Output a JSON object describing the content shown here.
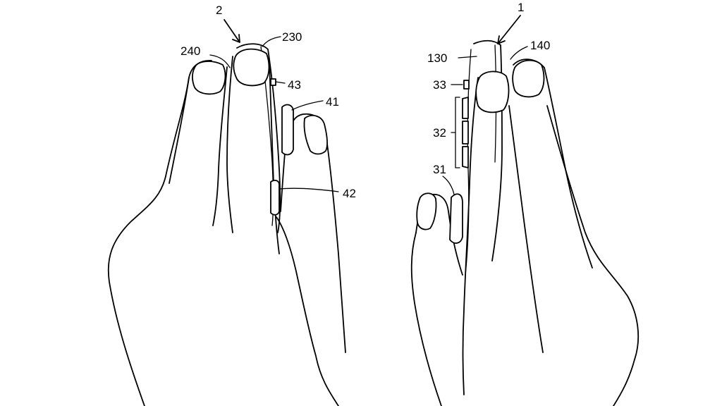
{
  "figure": {
    "background_color": "#ffffff",
    "line_color": "#000000",
    "left_view": {
      "reference": "2",
      "labels": [
        "240",
        "230",
        "43",
        "41",
        "42"
      ]
    },
    "right_view": {
      "reference": "1",
      "labels": [
        "130",
        "140",
        "33",
        "32",
        "31"
      ]
    }
  }
}
